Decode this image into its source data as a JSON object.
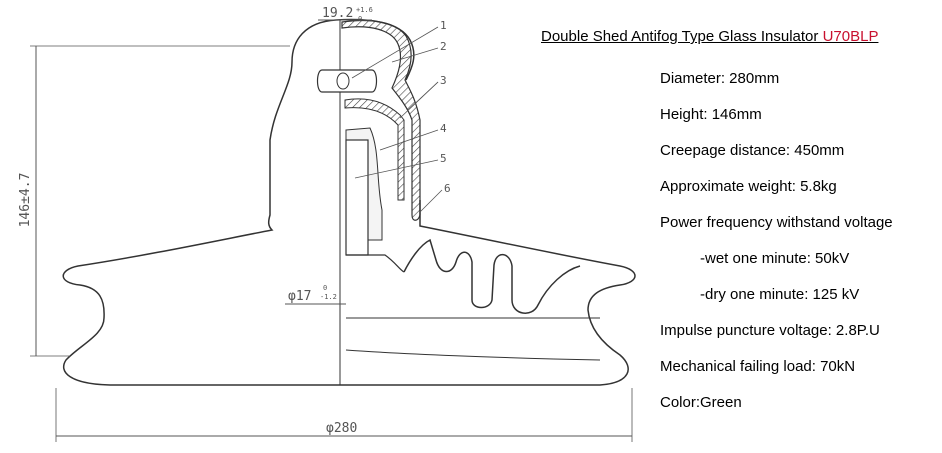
{
  "title": {
    "text": "Double Shed Antifog Type Glass Insulator ",
    "model": "U70BLP",
    "model_color": "#c8102e"
  },
  "specs": [
    "Diameter: 280mm",
    "Height: 146mm",
    "Creepage distance: 450mm",
    "Approximate weight: 5.8kg",
    "Power frequency withstand voltage",
    "-wet one minute: 50kV",
    "-dry one minute: 125 kV",
    "Impulse puncture voltage:  2.8P.U",
    "Mechanical failing load: 70kN",
    "Color:Green"
  ],
  "dimensions": {
    "cap_width": "19.2",
    "cap_width_tol": "+1.6",
    "cap_width_tol_low": "0",
    "height": "146±4.7",
    "pin": "φ17",
    "pin_tol_upper": "0",
    "pin_tol_lower": "-1.2",
    "diameter": "φ280"
  },
  "part_numbers": [
    "1",
    "2",
    "3",
    "4",
    "5",
    "6"
  ],
  "colors": {
    "line": "#333333",
    "text": "#000000"
  }
}
